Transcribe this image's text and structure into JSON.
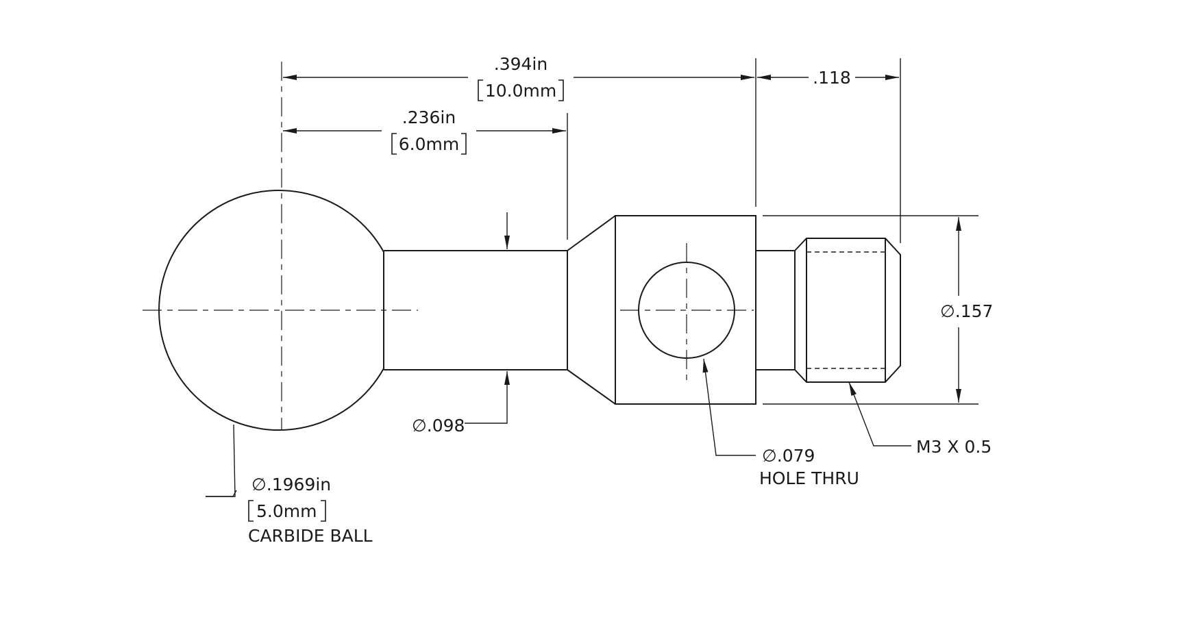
{
  "dimensions": {
    "overall_length": {
      "imperial": ".394in",
      "metric": "10.0mm"
    },
    "shank_length": {
      "imperial": ".236in",
      "metric": "6.0mm"
    },
    "thread_length": {
      "imperial": ".118"
    },
    "body_diameter": {
      "symbol": "∅",
      "value": ".157"
    },
    "shank_diameter": {
      "symbol": "∅",
      "value": ".098"
    },
    "hole_diameter": {
      "symbol": "∅",
      "value": ".079",
      "note": "HOLE THRU"
    },
    "ball_diameter": {
      "symbol": "∅",
      "imperial": ".1969in",
      "metric": "5.0mm",
      "note": "CARBIDE BALL"
    },
    "thread_spec": {
      "value": "M3 X 0.5"
    }
  }
}
